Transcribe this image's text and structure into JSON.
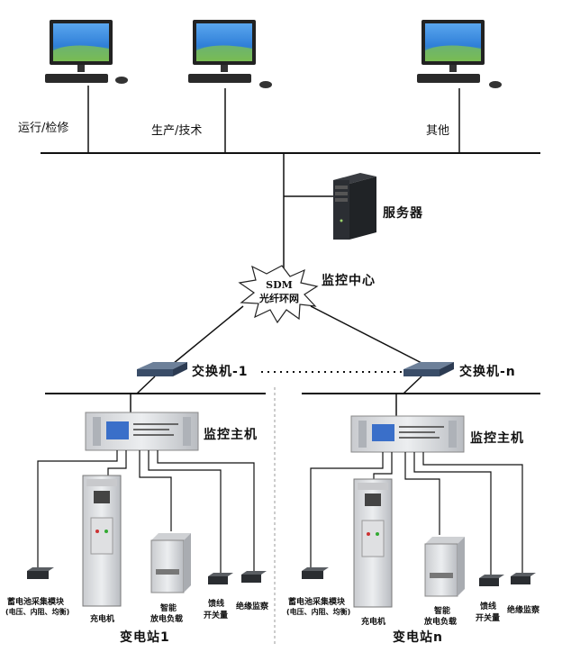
{
  "terminals": {
    "ops_label": "运行/检修",
    "prod_label": "生产/技术",
    "other_label": "其他"
  },
  "server": {
    "label": "服务器"
  },
  "center": {
    "cloud_line1": "SDM",
    "cloud_line2": "光纤环网",
    "label": "监控中心"
  },
  "station1": {
    "switch_label": "交换机-1",
    "host_label": "监控主机",
    "battery_label": "蓄电池采集模块",
    "battery_sub": "(电压、内阻、均衡)",
    "charger_label": "充电机",
    "load_label1": "智能",
    "load_label2": "放电负载",
    "feeder_label1": "馈线",
    "feeder_label2": "开关量",
    "insulation_label": "绝缘监察",
    "name": "变电站1"
  },
  "stationN": {
    "switch_label": "交换机-n",
    "host_label": "监控主机",
    "battery_label": "蓄电池采集模块",
    "battery_sub": "(电压、内阻、均衡)",
    "charger_label": "充电机",
    "load_label1": "智能",
    "load_label2": "放电负载",
    "feeder_label1": "馈线",
    "feeder_label2": "开关量",
    "insulation_label": "绝缘监察",
    "name": "变电站n"
  },
  "colors": {
    "line": "#111111",
    "screen": "#2f7fd8",
    "device": "#d9dadc",
    "dark": "#1e2124"
  }
}
